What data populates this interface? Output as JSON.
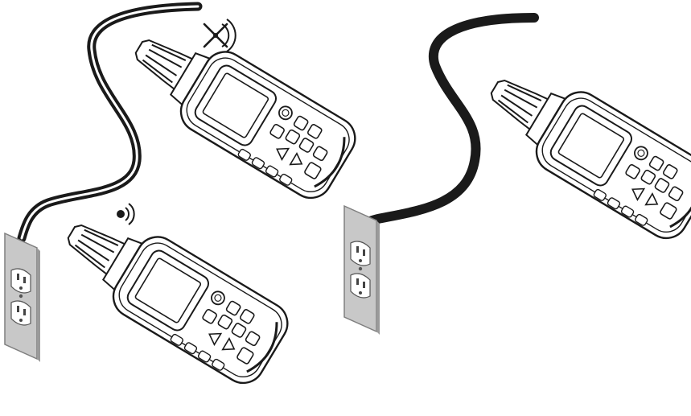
{
  "scenes": [
    {
      "id": "left",
      "detectors": [
        {
          "id": "upper",
          "signal": "no-signal-icon"
        },
        {
          "id": "lower",
          "signal": "signal-detected-icon"
        }
      ]
    },
    {
      "id": "right",
      "detectors": [
        {
          "id": "single",
          "signal": "none"
        }
      ]
    }
  ],
  "colors": {
    "outline": "#1a1a1a",
    "plate": "#c8c8c8",
    "plate_edge": "#7f7f7f",
    "body": "#ffffff"
  },
  "icons": [
    "outlet-icon",
    "cable-icon",
    "no-signal-icon",
    "signal-detected-icon",
    "detector-icon"
  ]
}
